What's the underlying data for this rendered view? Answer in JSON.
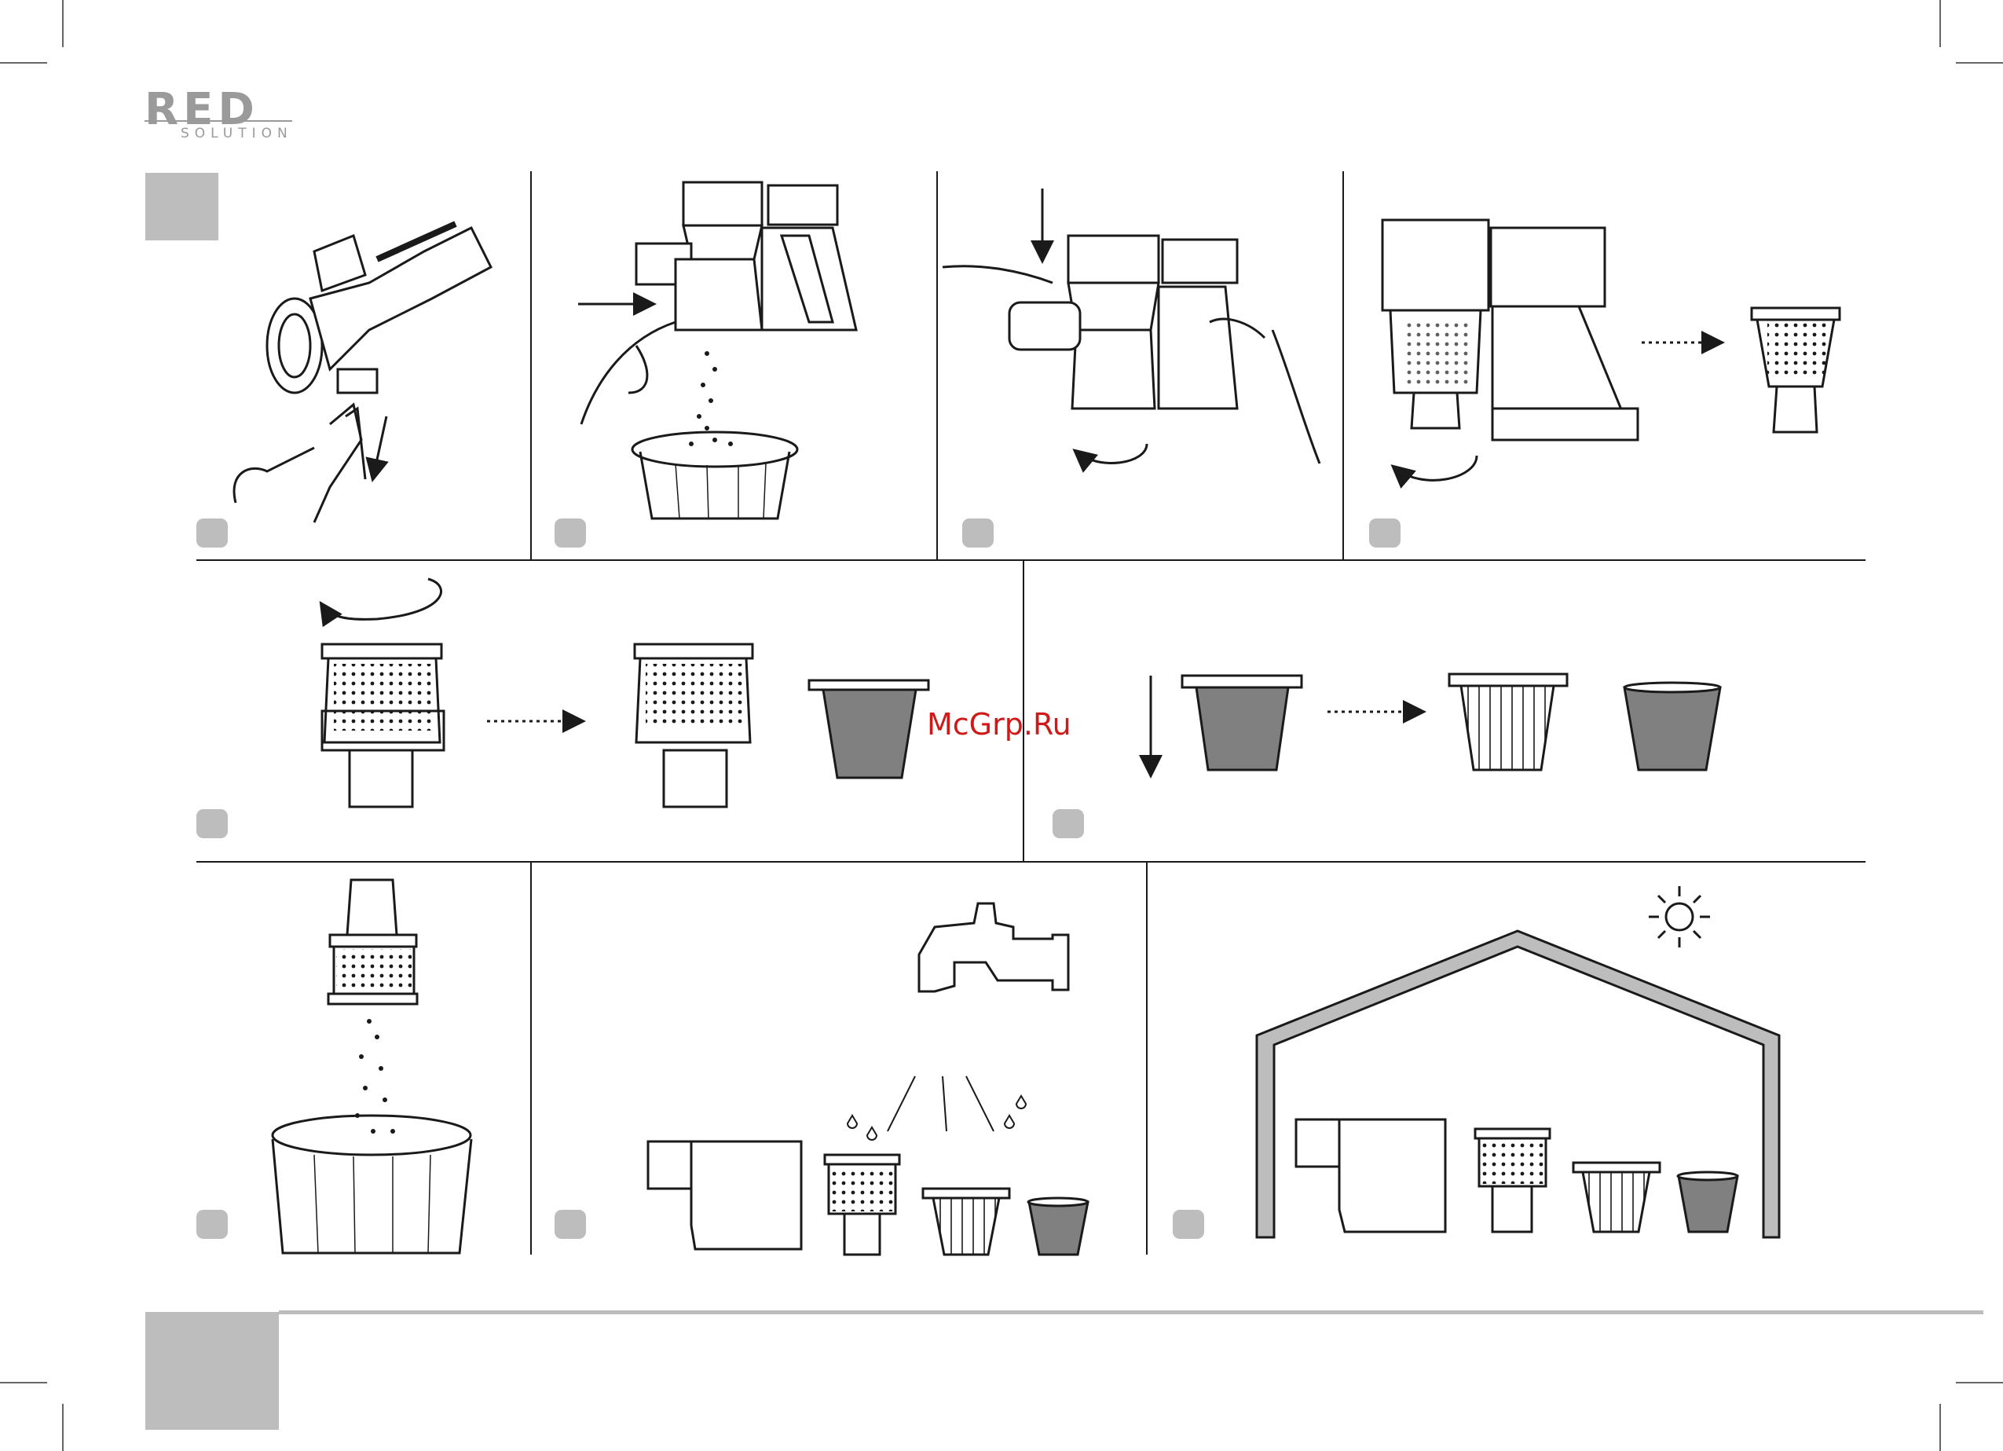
{
  "brand": {
    "name": "RED",
    "subtitle": "SOLUTION"
  },
  "watermark": "McGrp.Ru",
  "colors": {
    "line": "#1a1a1a",
    "gray_block": "#bdbdbd",
    "step_badge": "#bdbdbd",
    "filter_fill": "#808080",
    "watermark": "#d01a1a"
  },
  "icons": [
    "sun-icon",
    "water-tap-icon",
    "arrow-icon",
    "rotate-arrow-icon"
  ]
}
